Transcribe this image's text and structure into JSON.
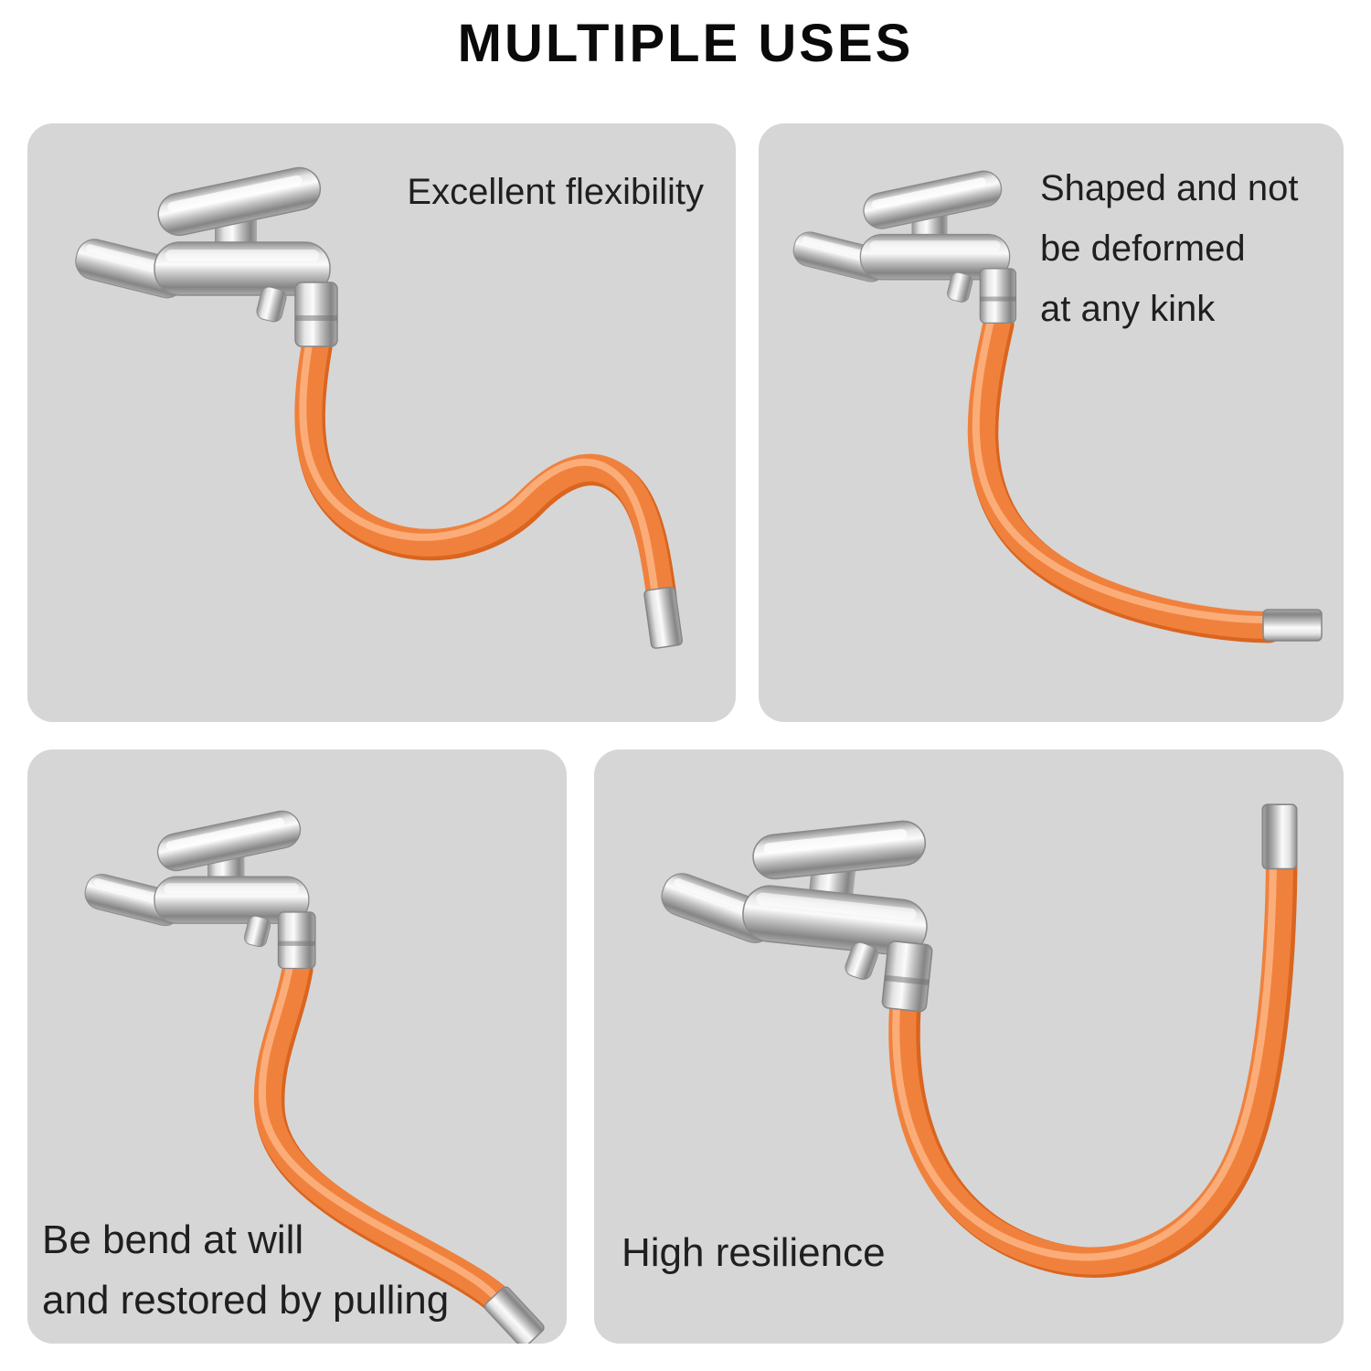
{
  "title": "MULTIPLE USES",
  "panels": {
    "top_left": {
      "caption": "Excellent flexibility"
    },
    "top_right": {
      "lines": [
        "Shaped and not",
        "be deformed",
        "at any kink"
      ]
    },
    "bottom_left": {
      "lines": [
        "Be bend at will",
        "and restored by pulling"
      ]
    },
    "bottom_right": {
      "caption": "High resilience"
    }
  },
  "colors": {
    "hose": "#F0813D",
    "hose_shadow": "#D9651F",
    "hose_highlight": "#FFC193",
    "panel_background": "#D6D6D6",
    "text": "#1F1F1F"
  }
}
